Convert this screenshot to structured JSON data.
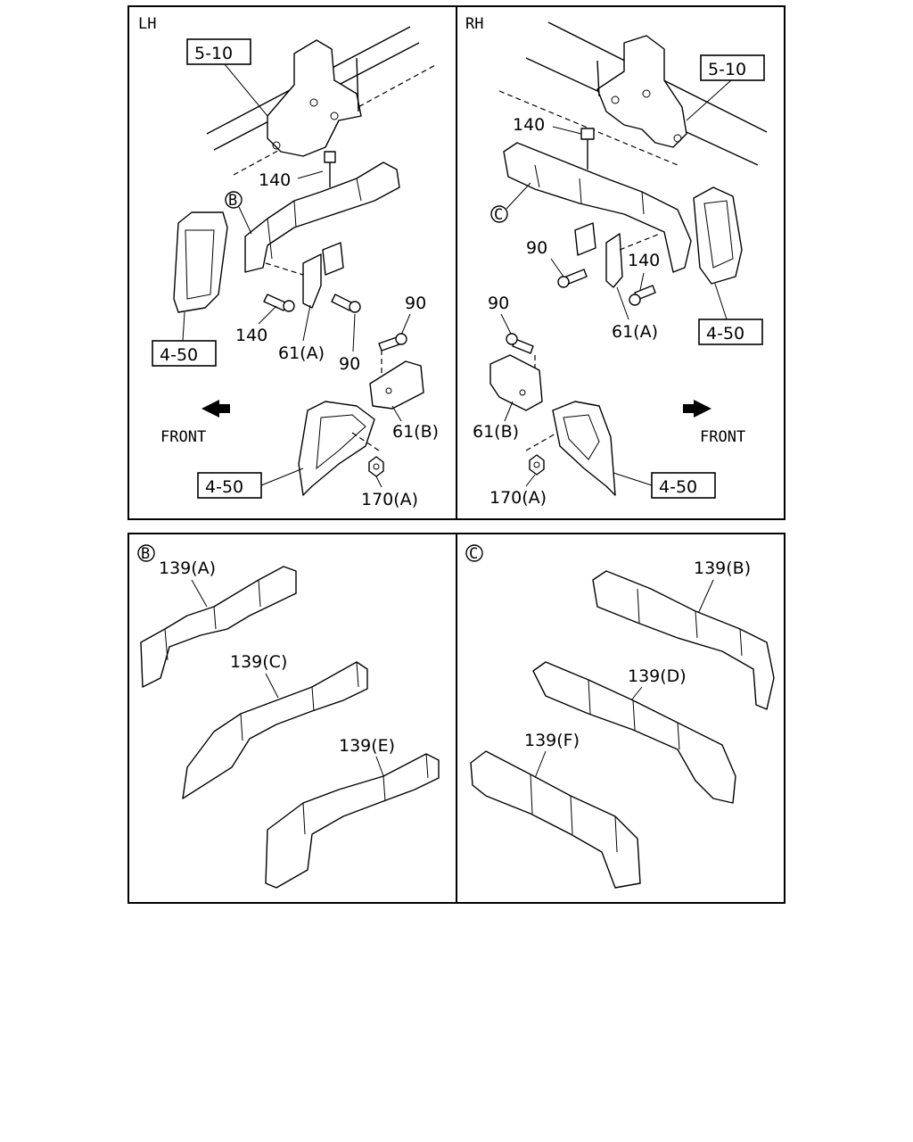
{
  "panels": {
    "lh": {
      "title": "LH"
    },
    "rh": {
      "title": "RH"
    },
    "b": {
      "title": "B"
    },
    "c": {
      "title": "C"
    }
  },
  "lh_labels": {
    "ref_5_10": "5-10",
    "ref_4_50_top": "4-50",
    "ref_4_50_bottom": "4-50",
    "p140_top": "140",
    "p140_bottom": "140",
    "p90_top": "90",
    "p90_bottom": "90",
    "p61a": "61(A)",
    "p61b": "61(B)",
    "p170a": "170(A)",
    "front": "FRONT",
    "callout_b": "B"
  },
  "rh_labels": {
    "ref_5_10": "5-10",
    "ref_4_50_top": "4-50",
    "ref_4_50_bottom": "4-50",
    "p140_top": "140",
    "p140_mid": "140",
    "p90_top": "90",
    "p90_bottom": "90",
    "p61a": "61(A)",
    "p61b": "61(B)",
    "p170a": "170(A)",
    "front": "FRONT",
    "callout_c": "C"
  },
  "b_labels": {
    "p139a": "139(A)",
    "p139c": "139(C)",
    "p139e": "139(E)"
  },
  "c_labels": {
    "p139b": "139(B)",
    "p139d": "139(D)",
    "p139f": "139(F)"
  }
}
